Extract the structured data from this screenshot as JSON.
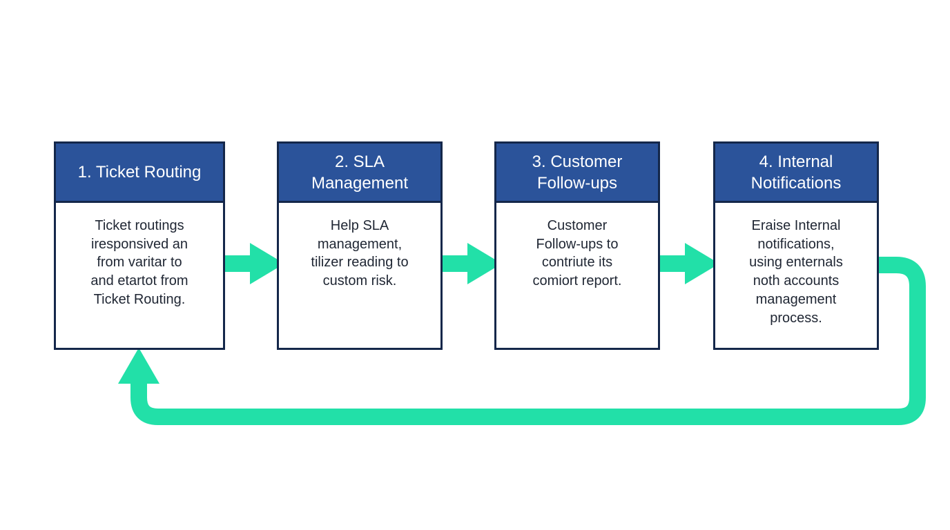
{
  "colors": {
    "header_fill": "#2b539a",
    "border": "#14274a",
    "arrow": "#22e0a8",
    "body_text": "#1f2633"
  },
  "steps": [
    {
      "title": "1. Ticket Routing",
      "body": "Ticket routings\niresponsived an\nfrom varitar to\nand etartot from\nTicket Routing."
    },
    {
      "title": "2. SLA\nManagement",
      "body": "Help SLA\nmanagement,\ntilizer reading to\ncustom risk."
    },
    {
      "title": "3. Customer\nFollow-ups",
      "body": "Customer\nFollow-ups to\ncontriute its\ncomiort report."
    },
    {
      "title": "4. Internal\nNotifications",
      "body": "Eraise Internal\nnotifications,\nusing enternals\nnoth accounts\nmanagement\nprocess."
    }
  ]
}
